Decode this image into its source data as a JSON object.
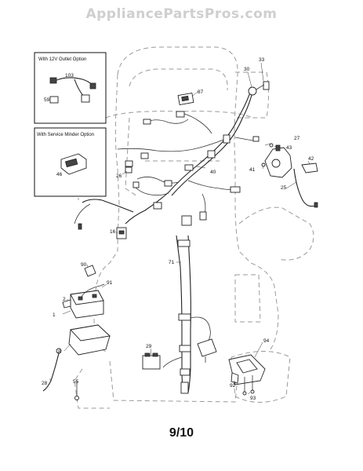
{
  "watermark": "AppliancePartsPros.com",
  "page_number": "9/10",
  "insets": [
    {
      "title": "With 12V Outlet Option",
      "callouts": [
        "103",
        "59"
      ]
    },
    {
      "title": "With Service Minder Option",
      "callouts": [
        "46"
      ]
    }
  ],
  "callouts": {
    "c33": "33",
    "c30": "30",
    "c87": "87",
    "c27": "27",
    "c43": "43",
    "c42": "42",
    "c41": "41",
    "c26": "26",
    "c40": "40",
    "c25": "25",
    "c16": "16",
    "c71": "71",
    "c90": "90",
    "c91": "91",
    "c2": "2",
    "c1": "1",
    "c8": "8",
    "c29": "29",
    "c94": "94",
    "c92": "92",
    "c93": "93",
    "c28": "28",
    "c55": "55"
  }
}
